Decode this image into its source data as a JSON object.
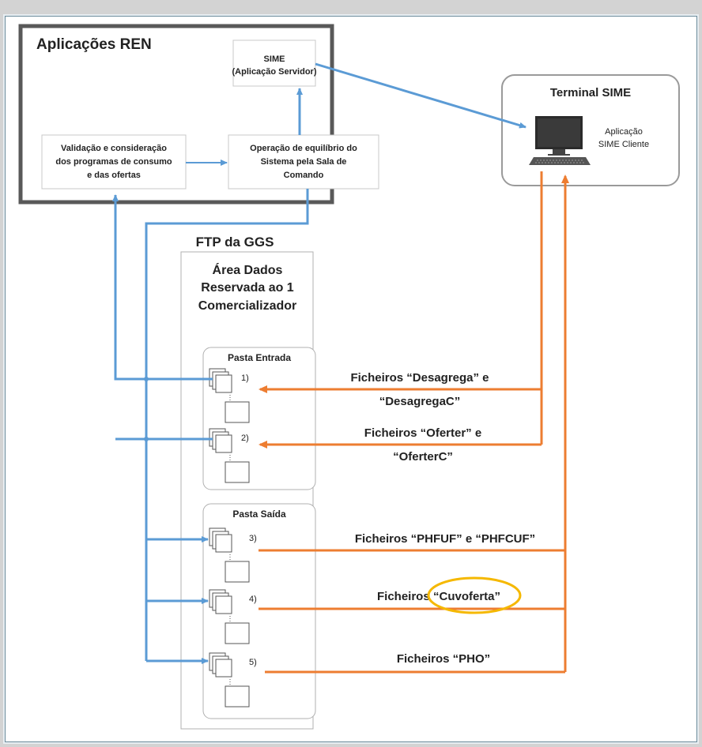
{
  "ren": {
    "title": "Aplicações REN",
    "sime_server": [
      "SIME",
      "(Aplicação Servidor)"
    ],
    "validation": [
      "Validação e consideração",
      "dos programas de consumo",
      "e das ofertas"
    ],
    "operation": [
      "Operação de equilíbrio do",
      "Sistema pela Sala de",
      "Comando"
    ]
  },
  "terminal": {
    "title": "Terminal SIME",
    "app_label": [
      "Aplicação",
      "SIME Cliente"
    ]
  },
  "ftp": {
    "title": "FTP da GGS",
    "area": [
      "Área Dados",
      "Reservada ao 1",
      "Comercializador"
    ],
    "folder_in": "Pasta Entrada",
    "folder_out": "Pasta Saída"
  },
  "files": [
    {
      "num": "1)",
      "label": [
        "Ficheiros “Desagrega” e",
        "“DesagregaC”"
      ]
    },
    {
      "num": "2)",
      "label": [
        "Ficheiros “Oferter” e",
        "“OferterC”"
      ]
    },
    {
      "num": "3)",
      "label": [
        "Ficheiros “PHFUF” e “PHFCUF”"
      ]
    },
    {
      "num": "4)",
      "label_prefix": "Ficheiros ",
      "label_highlight": "“Cuvoferta”"
    },
    {
      "num": "5)",
      "label": [
        "Ficheiros “PHO”"
      ]
    }
  ],
  "colors": {
    "blue_arrow": "#5b9bd5",
    "orange_arrow": "#ed7d31",
    "highlight_ring": "#f5b800",
    "box_border": "#a6a6a6",
    "ren_border": "#595959"
  }
}
